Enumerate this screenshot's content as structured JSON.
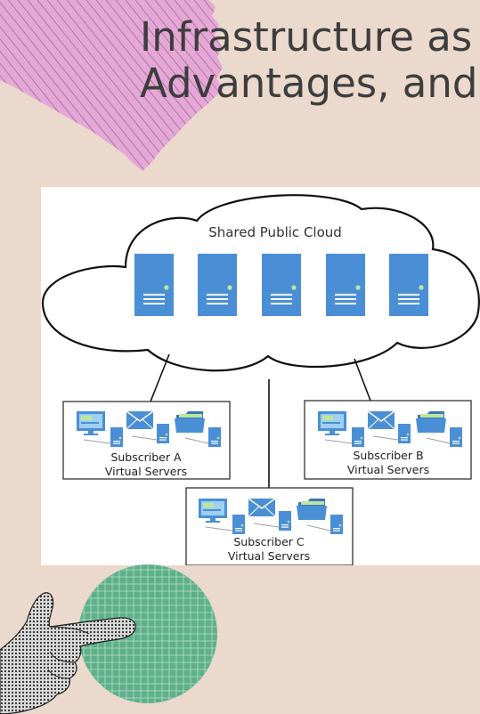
{
  "slide": {
    "title_line_1": "Infrastructure as",
    "title_line_2": "Advantages, and"
  },
  "diagram": {
    "cloud_label": "Shared Public Cloud",
    "server_count": 5,
    "subscribers": [
      {
        "name": "Subscriber A",
        "caption": "Virtual Servers"
      },
      {
        "name": "Subscriber B",
        "caption": "Virtual Servers"
      },
      {
        "name": "Subscriber C",
        "caption": "Virtual Servers"
      }
    ]
  },
  "colors": {
    "background": "#ead9cc",
    "sticky_note": "#e7a6d8",
    "server_blue": "#4a8fd6",
    "circle_green": "#5db08a",
    "title_text": "#3d3d3d"
  }
}
